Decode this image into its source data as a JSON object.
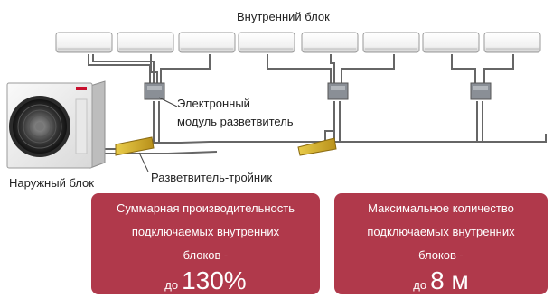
{
  "labels": {
    "indoor_unit": "Внутренний блок",
    "electronic_module": [
      "Электронный",
      "модуль разветвитель"
    ],
    "outdoor_unit": "Наружный блок",
    "tee_branch": "Разветвитель-тройник"
  },
  "info_boxes": [
    {
      "lines": [
        "Суммарная производительность",
        "подключаемых внутренних",
        "блоков -"
      ],
      "prefix": "до",
      "value": "130%"
    },
    {
      "lines": [
        "Максимальное количество",
        "подключаемых внутренних",
        "блоков -"
      ],
      "prefix": "до",
      "value": "8 м"
    }
  ],
  "brand": {
    "logo_color": "#c8102e"
  },
  "colors": {
    "pipe": "#666666",
    "tee": "#d4b02a",
    "module": "#8a8f96",
    "info_box": "#b0394b"
  }
}
